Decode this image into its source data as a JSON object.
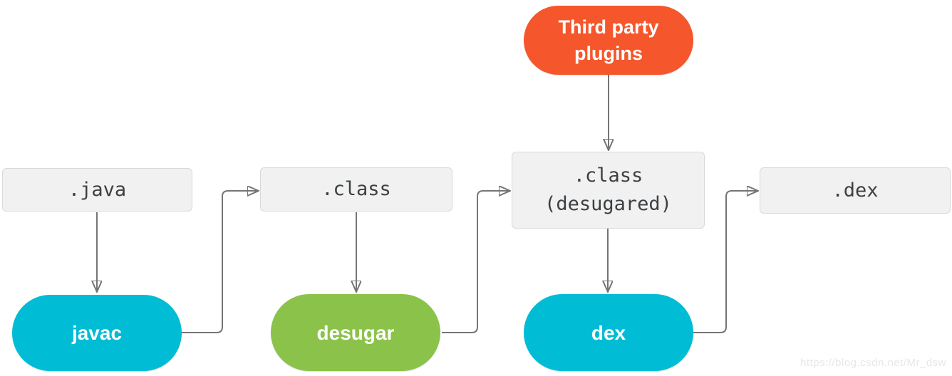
{
  "diagram": {
    "colors": {
      "pill_cyan": "#00BCD4",
      "pill_green": "#8BC34A",
      "pill_orange": "#F5562B",
      "box_fill": "#F1F1F1",
      "box_border": "#D9D9D9",
      "box_text": "#3C4043",
      "arrow": "#757575",
      "background": "#FFFFFF",
      "watermark_text": "#E7E7E7"
    },
    "nodes": {
      "third_party": {
        "label_line1": "Third party",
        "label_line2": "plugins",
        "type": "pill",
        "color": "#F5562B"
      },
      "java_file": {
        "label": ".java",
        "type": "file-box"
      },
      "class_file": {
        "label": ".class",
        "type": "file-box"
      },
      "class_desugared_file": {
        "label_line1": ".class",
        "label_line2": "(desugared)",
        "type": "file-box"
      },
      "dex_file": {
        "label": ".dex",
        "type": "file-box"
      },
      "javac": {
        "label": "javac",
        "type": "pill",
        "color": "#00BCD4"
      },
      "desugar": {
        "label": "desugar",
        "type": "pill",
        "color": "#8BC34A"
      },
      "dex": {
        "label": "dex",
        "type": "pill",
        "color": "#00BCD4"
      }
    },
    "edges": [
      {
        "from": "java_file",
        "to": "javac",
        "style": "straight-down"
      },
      {
        "from": "javac",
        "to": "class_file",
        "style": "elbow-right-up"
      },
      {
        "from": "class_file",
        "to": "desugar",
        "style": "straight-down"
      },
      {
        "from": "desugar",
        "to": "class_desugared_file",
        "style": "elbow-right-up"
      },
      {
        "from": "third_party",
        "to": "class_desugared_file",
        "style": "straight-down"
      },
      {
        "from": "class_desugared_file",
        "to": "dex",
        "style": "straight-down"
      },
      {
        "from": "dex",
        "to": "dex_file",
        "style": "elbow-right-up"
      }
    ],
    "watermark": "https://blog.csdn.net/Mr_dsw"
  }
}
